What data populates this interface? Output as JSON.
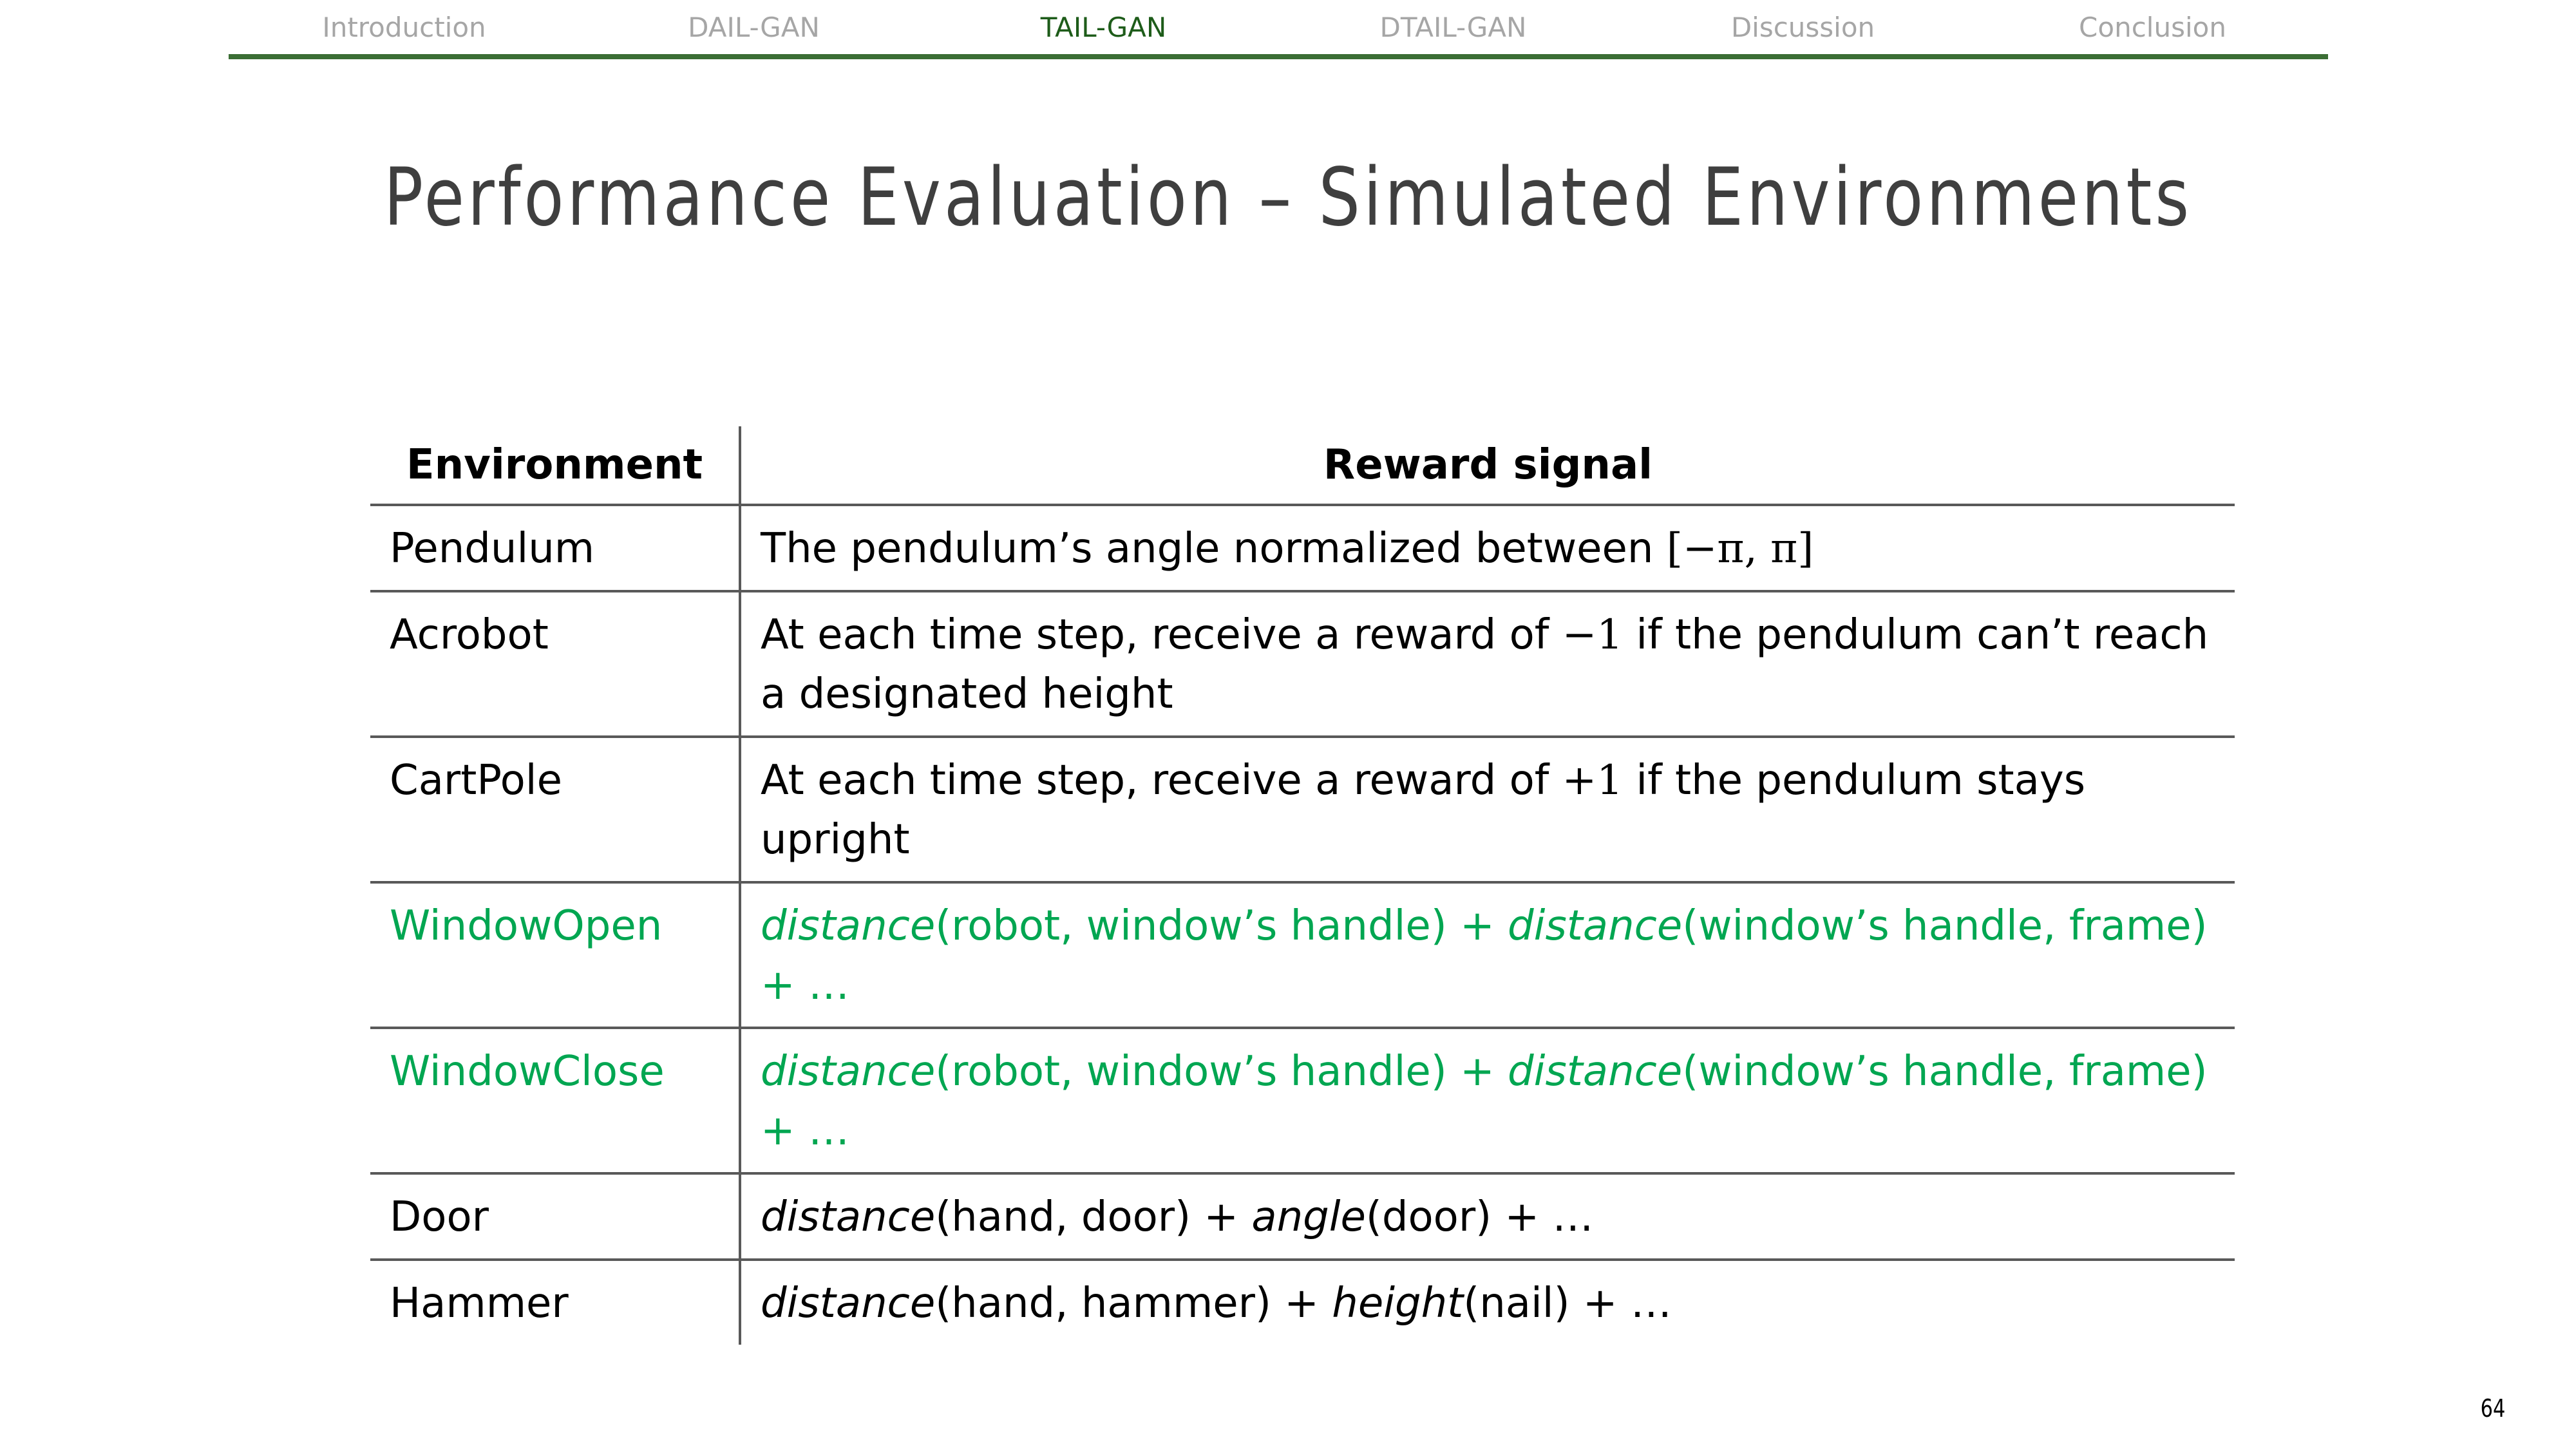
{
  "nav": {
    "items": [
      {
        "label": "Introduction"
      },
      {
        "label": "DAIL-GAN"
      },
      {
        "label": "TAIL-GAN"
      },
      {
        "label": "DTAIL-GAN"
      },
      {
        "label": "Discussion"
      },
      {
        "label": "Conclusion"
      }
    ],
    "active_index": 2
  },
  "title": "Performance Evaluation – Simulated Environments",
  "table": {
    "headers": {
      "environment": "Environment",
      "reward": "Reward signal"
    },
    "rows": [
      {
        "environment": "Pendulum",
        "reward_text": "The pendulum’s angle normalized between ",
        "reward_math": "[−π, π]"
      },
      {
        "environment": "Acrobot",
        "reward_pre": "At each time step, receive a reward of ",
        "reward_math": "−1",
        "reward_post": " if the pendulum can’t reach a designated height"
      },
      {
        "environment": "CartPole",
        "reward_pre": "At each time step, receive a reward of ",
        "reward_math": "+1",
        "reward_post": " if the pendulum stays upright"
      },
      {
        "environment": "WindowOpen",
        "fn1": "distance",
        "args1": "(robot, window’s handle) + ",
        "fn2": "distance",
        "args2": "(window’s handle, frame) + …"
      },
      {
        "environment": "WindowClose",
        "fn1": "distance",
        "args1": "(robot, window’s handle) + ",
        "fn2": "distance",
        "args2": "(window’s handle, frame) + …"
      },
      {
        "environment": "Door",
        "fn1": "distance",
        "args1": "(hand, door) + ",
        "fn2": "angle",
        "args2": "(door) + …"
      },
      {
        "environment": "Hammer",
        "fn1": "distance",
        "args1": "(hand, hammer) + ",
        "fn2": "height",
        "args2": "(nail) + …"
      }
    ]
  },
  "highlight_color": "#00a651",
  "nav_active_color": "#1e5c1a",
  "page_number": "64"
}
